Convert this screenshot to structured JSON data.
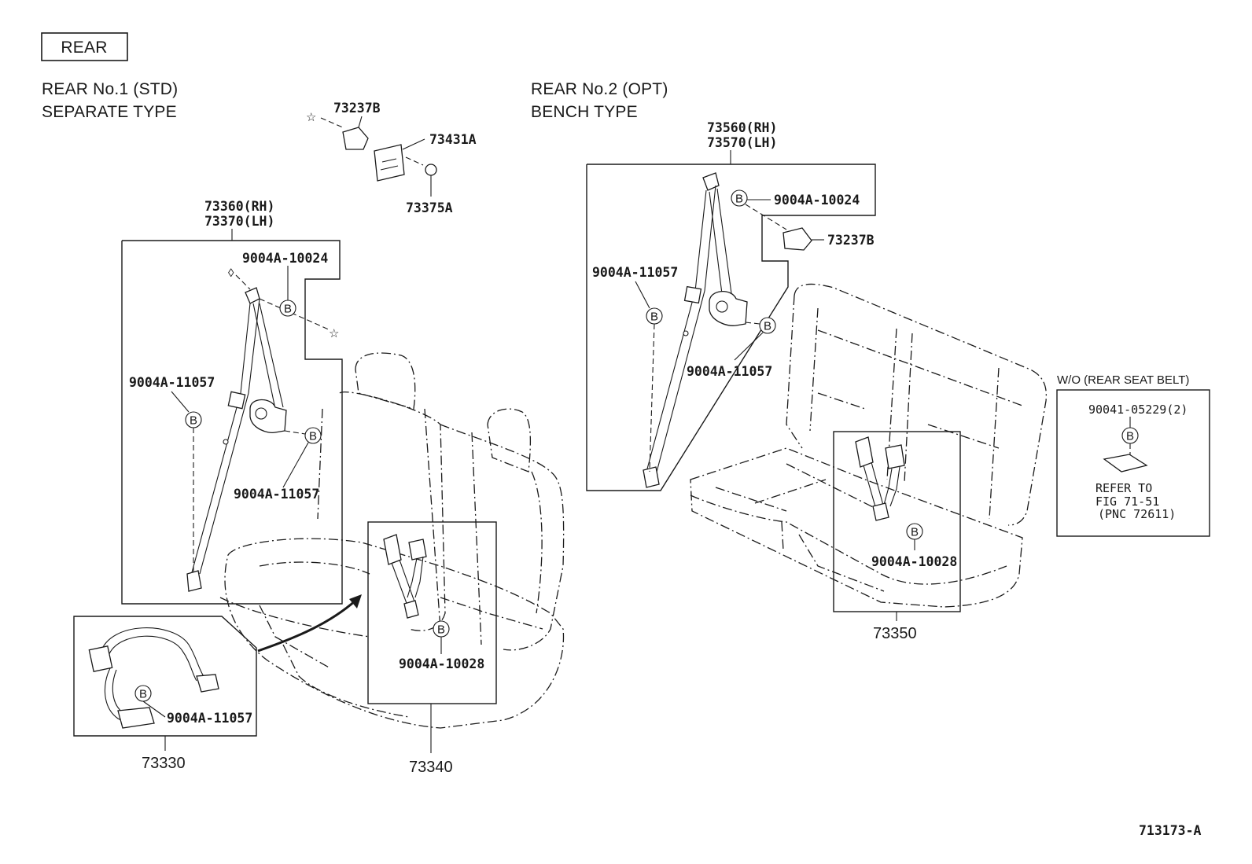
{
  "title_box": "REAR",
  "left_section": {
    "line1": "REAR No.1 (STD)",
    "line2": "SEPARATE TYPE"
  },
  "right_section": {
    "line1": "REAR No.2 (OPT)",
    "line2": "BENCH TYPE"
  },
  "callout_letter": "B",
  "star_glyph": "☆",
  "parts": {
    "p73237B_top": "73237B",
    "p73431A": "73431A",
    "p73375A": "73375A",
    "p73360": "73360(RH)",
    "p73370": "73370(LH)",
    "p73330": "73330",
    "p73340": "73340",
    "p73560": "73560(RH)",
    "p73570": "73570(LH)",
    "p73237B_right": "73237B",
    "p73350": "73350",
    "p90041": "90041-05229(2)"
  },
  "bolts": {
    "l_10024": "9004A-10024",
    "l_11057_a": "9004A-11057",
    "l_11057_b": "9004A-11057",
    "l_11057_c": "9004A-11057",
    "l_10028": "9004A-10028",
    "r_10024": "9004A-10024",
    "r_11057_a": "9004A-11057",
    "r_11057_b": "9004A-11057",
    "r_10028": "9004A-10028"
  },
  "wo_box": {
    "title": "W/O (REAR SEAT BELT)",
    "refer1": "REFER TO",
    "refer2": "FIG 71-51",
    "refer3": "(PNC 72611)"
  },
  "figure_id": "713173-A"
}
